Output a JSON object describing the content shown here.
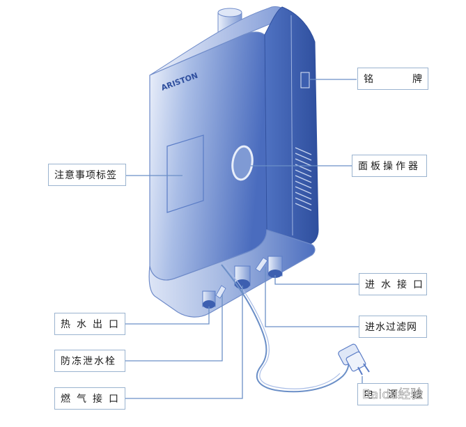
{
  "brand": "ARISTON",
  "labels": {
    "nameplate": [
      "铭",
      "牌"
    ],
    "control_panel": "面板操作器",
    "warning_label": "注意事项标签",
    "water_inlet": "进水接口",
    "inlet_filter": "进水过滤网",
    "hot_water_outlet": "热水出口",
    "antifreeze_plug": "防冻泄水栓",
    "gas_inlet": "燃气接口",
    "power_cord": [
      "电",
      "源",
      "线"
    ]
  },
  "watermark": "Baidu经验",
  "colors": {
    "line": "#6b8fc7",
    "box_border": "#9ab3cf",
    "body_dark": "#3d5fb0",
    "body_light": "#e8eefa"
  }
}
